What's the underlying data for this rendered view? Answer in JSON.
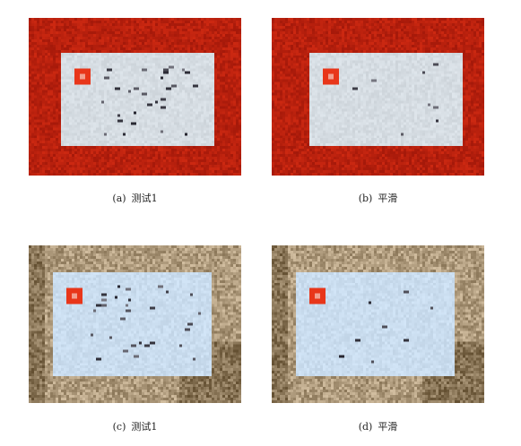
{
  "figure": {
    "panels": [
      {
        "id": "a",
        "label": "(a)",
        "caption": "测试1",
        "background": "red-wood",
        "smoothed": false
      },
      {
        "id": "b",
        "label": "(b)",
        "caption": "平滑",
        "background": "red-wood",
        "smoothed": true
      },
      {
        "id": "c",
        "label": "(c)",
        "caption": "测试1",
        "background": "beige-stone",
        "smoothed": false
      },
      {
        "id": "d",
        "label": "(d)",
        "caption": "平滑",
        "background": "beige-stone",
        "smoothed": true
      }
    ]
  },
  "colors": {
    "red_bg": "#b5200f",
    "beige_bg": "#9c8a6c",
    "card": "#d9dde0",
    "logo_red": "#e8361a"
  }
}
